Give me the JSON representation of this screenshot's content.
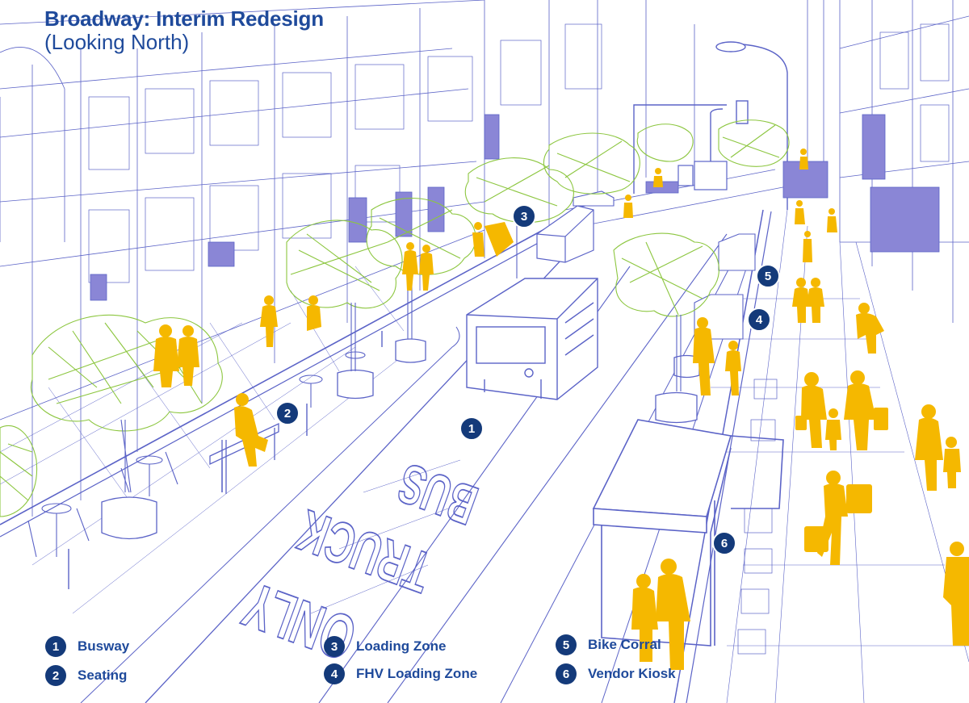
{
  "title": {
    "main": "Broadway: Interim Redesign",
    "sub": "(Looking North)"
  },
  "legend": [
    {
      "num": "1",
      "label": "Busway"
    },
    {
      "num": "2",
      "label": "Seating"
    },
    {
      "num": "3",
      "label": "Loading Zone"
    },
    {
      "num": "4",
      "label": "FHV Loading Zone"
    },
    {
      "num": "5",
      "label": "Bike Corral"
    },
    {
      "num": "6",
      "label": "Vendor Kiosk"
    }
  ],
  "markers": {
    "m1": "1",
    "m2": "2",
    "m3": "3",
    "m4": "4",
    "m5": "5",
    "m6": "6"
  },
  "road_text": {
    "line1": "BUS",
    "line2": "TRUCK",
    "line3": "ONLY"
  },
  "colors": {
    "line": "#5b63c7",
    "marker": "#143a7a",
    "title": "#1f4a9b",
    "trees": "#8cc63f",
    "people": "#f5b800",
    "banners": "#8a86d6"
  },
  "icons": [
    "bus-icon",
    "tree-icon",
    "person-icon",
    "streetlight-icon",
    "kiosk-icon",
    "bench-icon",
    "cafe-table-icon",
    "truck-icon",
    "car-icon"
  ]
}
